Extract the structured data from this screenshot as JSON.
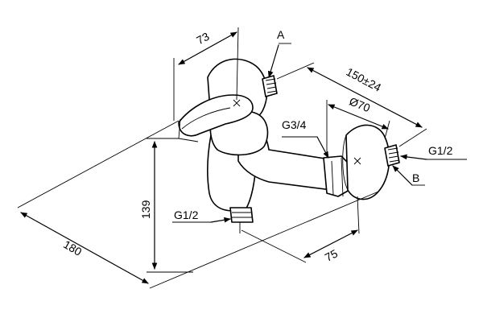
{
  "labels": {
    "dim_73": "73",
    "dim_150": "150±24",
    "dim_70": "Ø70",
    "dim_139": "139",
    "dim_180": "180",
    "dim_75": "75",
    "callout_a": "A",
    "callout_b": "B",
    "thread_g34": "G3/4",
    "thread_g12_right": "G1/2",
    "thread_g12_bottom": "G1/2"
  }
}
